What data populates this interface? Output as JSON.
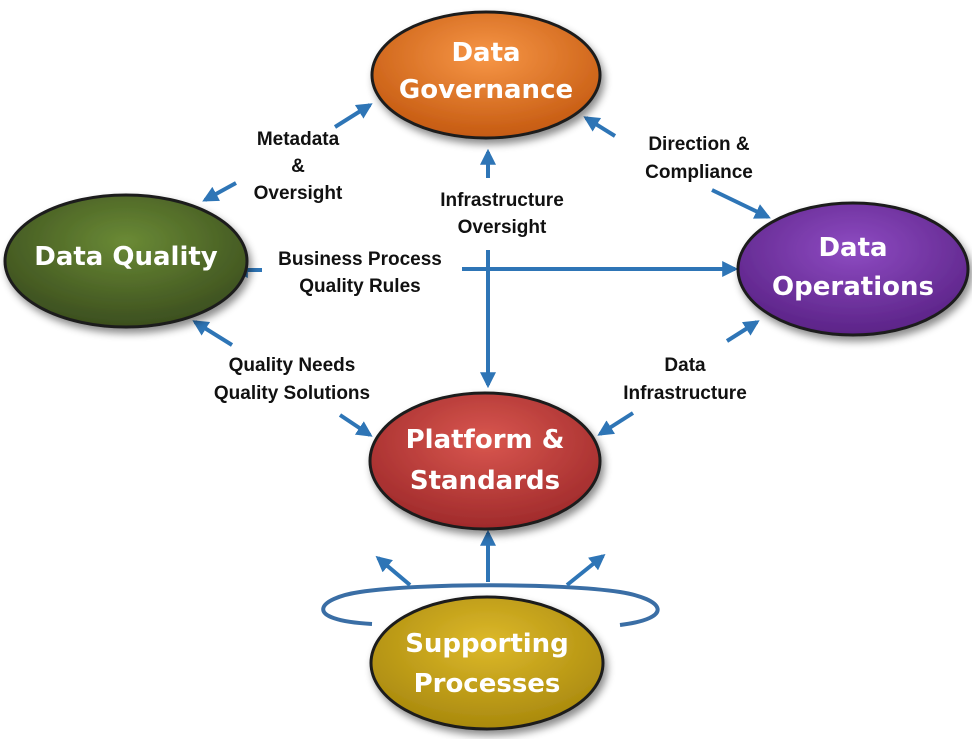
{
  "nodes": {
    "governance": {
      "line1": "Data",
      "line2": "Governance",
      "color": "#E46C0A"
    },
    "quality": {
      "line1": "Data Quality",
      "color": "#4F6228"
    },
    "operations": {
      "line1": "Data",
      "line2": "Operations",
      "color": "#7030A0"
    },
    "platform": {
      "line1": "Platform &",
      "line2": "Standards",
      "color": "#C0393A"
    },
    "supporting": {
      "line1": "Supporting",
      "line2": "Processes",
      "color": "#C8A415"
    }
  },
  "labels": {
    "metadata": [
      "Metadata",
      "&",
      "Oversight"
    ],
    "direction": [
      "Direction &",
      "Compliance"
    ],
    "infrastructure_oversight": [
      "Infrastructure",
      "Oversight"
    ],
    "business_process": [
      "Business Process",
      "Quality Rules"
    ],
    "quality_needs": [
      "Quality Needs",
      "Quality Solutions"
    ],
    "data_infrastructure": [
      "Data",
      "Infrastructure"
    ]
  },
  "colors": {
    "arrow": "#2E75B6",
    "ring": "#3A6EA5"
  }
}
